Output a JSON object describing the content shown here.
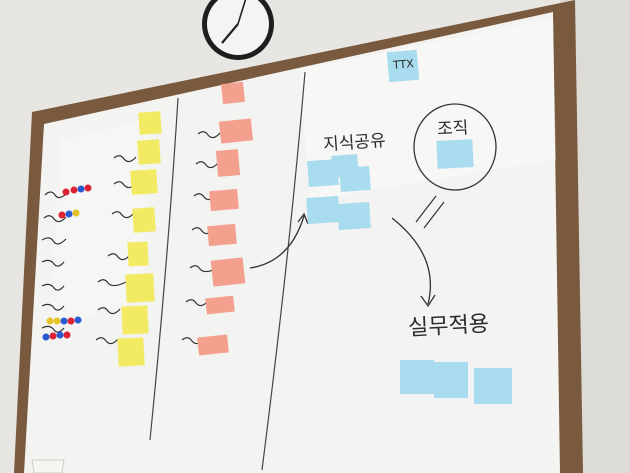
{
  "labels": {
    "ttx": "TTX",
    "knowledge_sharing": "지식공유",
    "organization": "조직",
    "practical_application": "실무적용"
  },
  "colors": {
    "wall": "#e9e8e4",
    "frame": "#7a5a3e",
    "board": "#f3f3f1",
    "yellow_note": "#f3ea63",
    "pink_note": "#f4a08e",
    "blue_note": "#a9dcef",
    "marker": "#2b2b2b"
  }
}
